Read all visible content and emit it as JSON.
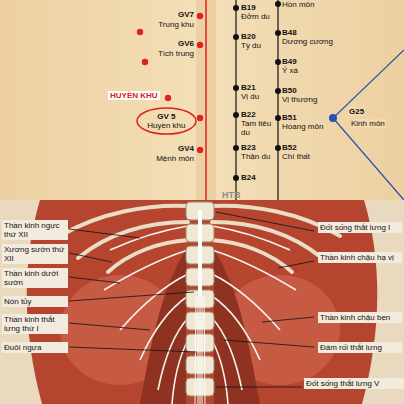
{
  "diagram": {
    "nodes": [
      {
        "text": [
          "GV 5",
          "Huyền khu"
        ]
      }
    ],
    "labels": [
      "Hồn môn",
      "GV7",
      "Trung khu",
      "B19",
      "Đởm du",
      "B48",
      "Dương cương",
      "GV6",
      "Tích trung",
      "B20",
      "Tỳ du",
      "B49",
      "Ý xá",
      "B21",
      "Vị du",
      "B50",
      "Vị thương",
      "HUYỀN KHU",
      "B22",
      "Tam tiêu du",
      "B51",
      "Hoang môn",
      "G25",
      "Kinh môn",
      "GV4",
      "Mệnh môn",
      "B23",
      "Thận du",
      "B52",
      "Chí thất",
      "B24",
      "HTB",
      "Thần kinh ngực thứ XII",
      "Xương sườn thứ XII",
      "Thần kinh dưới sườn",
      "Nón tủy",
      "Thần kinh thắt lưng thứ I",
      "Đuôi ngựa",
      "Đốt sống thắt lưng I",
      "Thần kinh chậu hạ vị",
      "Thần kinh chậu bẹn",
      "Đám rối thắt lưng",
      "Đốt sống thắt lưng V"
    ]
  }
}
